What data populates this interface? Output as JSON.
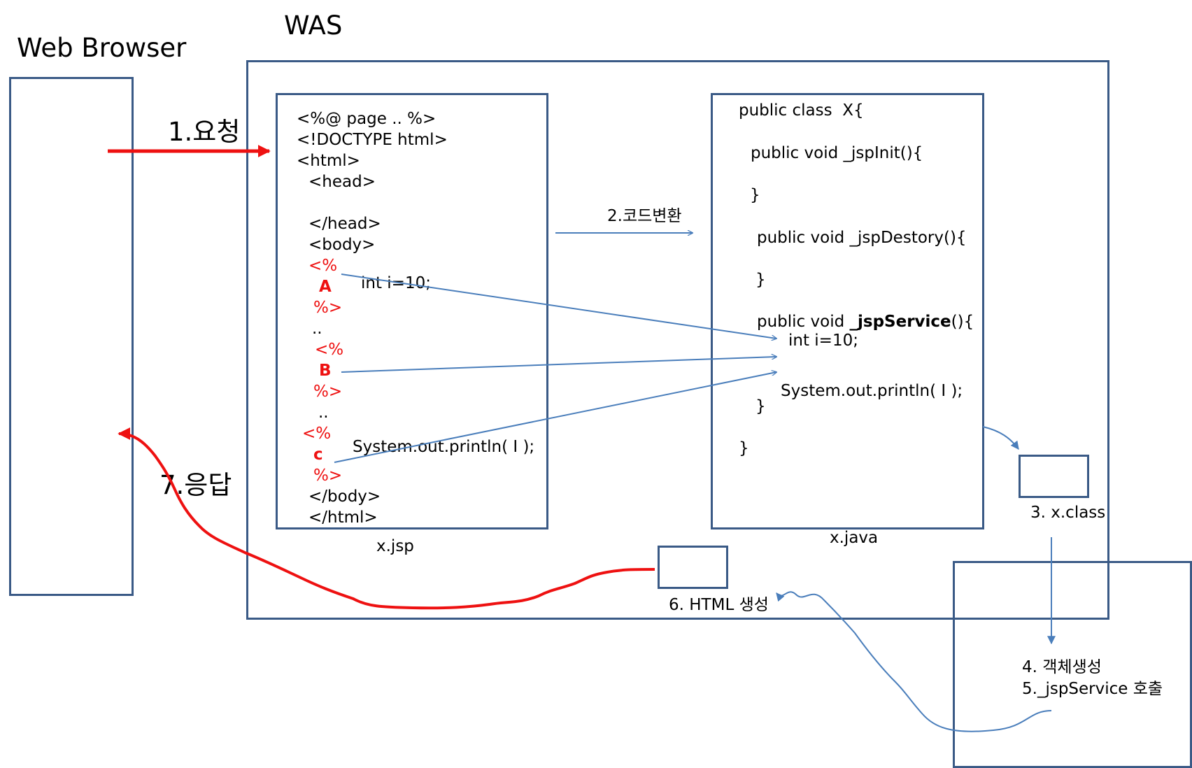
{
  "titles": {
    "browser": "Web Browser",
    "was": "WAS"
  },
  "steps": {
    "request": "1.요청",
    "convert": "2.코드변환",
    "compile": "3. x.class",
    "instantiate": "4. 객체생성",
    "invoke": "5._jspService 호출",
    "html_gen": "6. HTML 생성",
    "response": "7.응답"
  },
  "file_labels": {
    "jsp": "x.jsp",
    "java": "x.java"
  },
  "jsp_code": {
    "directive": "<%@ page .. %>",
    "doctype": "<!DOCTYPE html>",
    "html_open": "<html>",
    "head_open": "<head>",
    "head_close": "</head>",
    "body_open": "<body>",
    "a_open": "<%",
    "a_label": "A",
    "a_code": "int i=10;",
    "a_close": "%>",
    "dots1": "..",
    "b_open": "<%",
    "b_label": "B",
    "b_close": "%>",
    "dots2": "..",
    "c_open": "<%",
    "c_label": "c",
    "c_code": "System.out.println( I );",
    "c_close": "%>",
    "body_close": "</body>",
    "html_close": "</html>"
  },
  "java_code": {
    "class_decl": "public class  X{",
    "init_decl": "public void _jspInit(){",
    "init_close": "}",
    "destroy_decl": "public void _jspDestory(){",
    "destroy_close": "}",
    "service_prefix": "public void ",
    "service_name": "_jspService",
    "service_suffix": "(){",
    "stmt_int": "int i=10;",
    "stmt_print": "System.out.println( I );",
    "service_close": "}",
    "class_close": "}"
  },
  "colors": {
    "box_border": "#3a5a86",
    "arrow_blue": "#4a7ebb",
    "arrow_red": "#ee1111"
  }
}
